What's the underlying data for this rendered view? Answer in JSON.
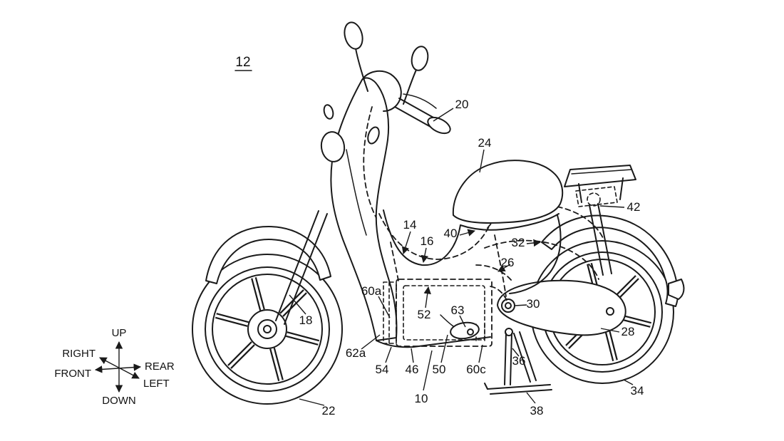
{
  "figure": {
    "figure_number": "12",
    "overall_reference": "10"
  },
  "refs": {
    "n10": "10",
    "n14": "14",
    "n16": "16",
    "n18": "18",
    "n20": "20",
    "n22": "22",
    "n24": "24",
    "n26": "26",
    "n28": "28",
    "n30": "30",
    "n32": "32",
    "n34": "34",
    "n36": "36",
    "n38": "38",
    "n40": "40",
    "n42": "42",
    "n46": "46",
    "n50": "50",
    "n52": "52",
    "n54": "54",
    "n60a": "60a",
    "n60c": "60c",
    "n62a": "62a",
    "n63": "63"
  },
  "compass": {
    "up": "UP",
    "down": "DOWN",
    "front": "FRONT",
    "rear": "REAR",
    "left": "LEFT",
    "right": "RIGHT"
  },
  "colors": {
    "ink": "#1a1a1a",
    "background": "#ffffff"
  }
}
